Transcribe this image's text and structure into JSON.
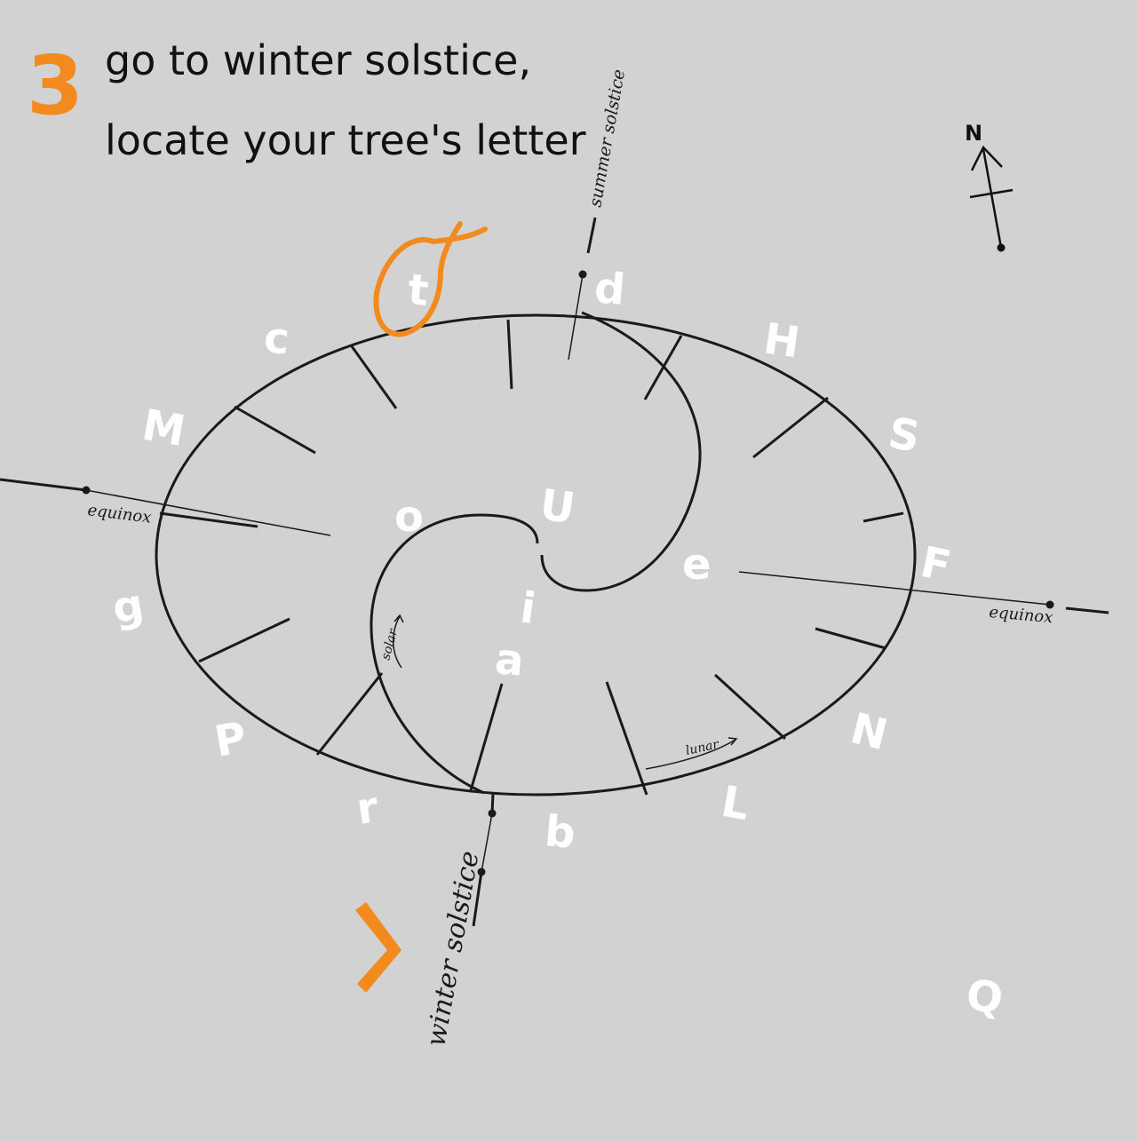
{
  "step": {
    "number": "3",
    "title_line1": "go to winter solstice,",
    "title_line2": "locate your tree's letter"
  },
  "compass": {
    "label": "N"
  },
  "axis_labels": {
    "equinox_left": "equinox",
    "equinox_right": "equinox",
    "summer_solstice": "summer solstice",
    "winter_solstice": "winter solstice",
    "solar": "solar",
    "lunar": "lunar"
  },
  "letters": {
    "t": "t",
    "d": "d",
    "H": "H",
    "S": "S",
    "F": "F",
    "N": "N",
    "L": "L",
    "b": "b",
    "r": "r",
    "P": "P",
    "g": "g",
    "M": "M",
    "c": "c",
    "U": "U",
    "o": "o",
    "e": "e",
    "i": "i",
    "a": "a",
    "Q": "Q"
  },
  "colors": {
    "background": "#d2d2d2",
    "accent": "#f28a1e",
    "ink": "#1a1a1a",
    "letter": "#ffffff"
  }
}
